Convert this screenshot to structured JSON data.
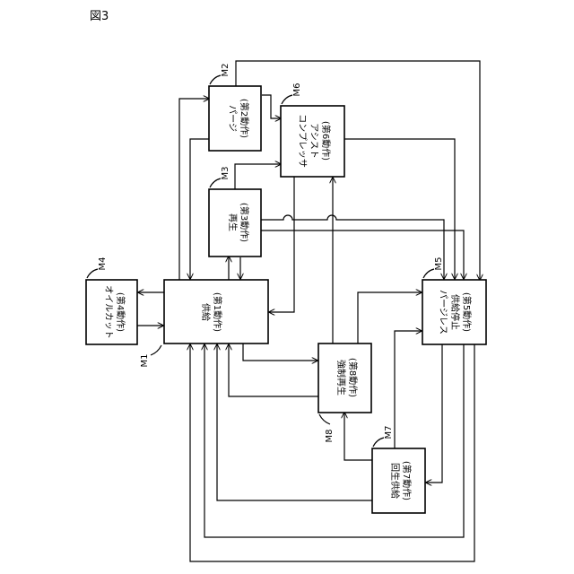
{
  "figure_label": "図3",
  "boxes": {
    "m1": {
      "ref": "M1",
      "line1": "供給",
      "line2": "(第1動作)"
    },
    "m2": {
      "ref": "M2",
      "line1": "パージ",
      "line2": "(第2動作)"
    },
    "m3": {
      "ref": "M3",
      "line1": "再生",
      "line2": "(第3動作)"
    },
    "m4": {
      "ref": "M4",
      "line1": "オイルカット",
      "line2": "(第4動作)"
    },
    "m5": {
      "ref": "M5",
      "line1": "パージレス",
      "line2": "供給停止",
      "line3": "(第5動作)"
    },
    "m6": {
      "ref": "M6",
      "line1": "コンプレッサ",
      "line2": "アシスト",
      "line3": "(第6動作)"
    },
    "m7": {
      "ref": "M7",
      "line1": "回生供給",
      "line2": "(第7動作)"
    },
    "m8": {
      "ref": "M8",
      "line1": "強制再生",
      "line2": "(第8動作)"
    }
  }
}
